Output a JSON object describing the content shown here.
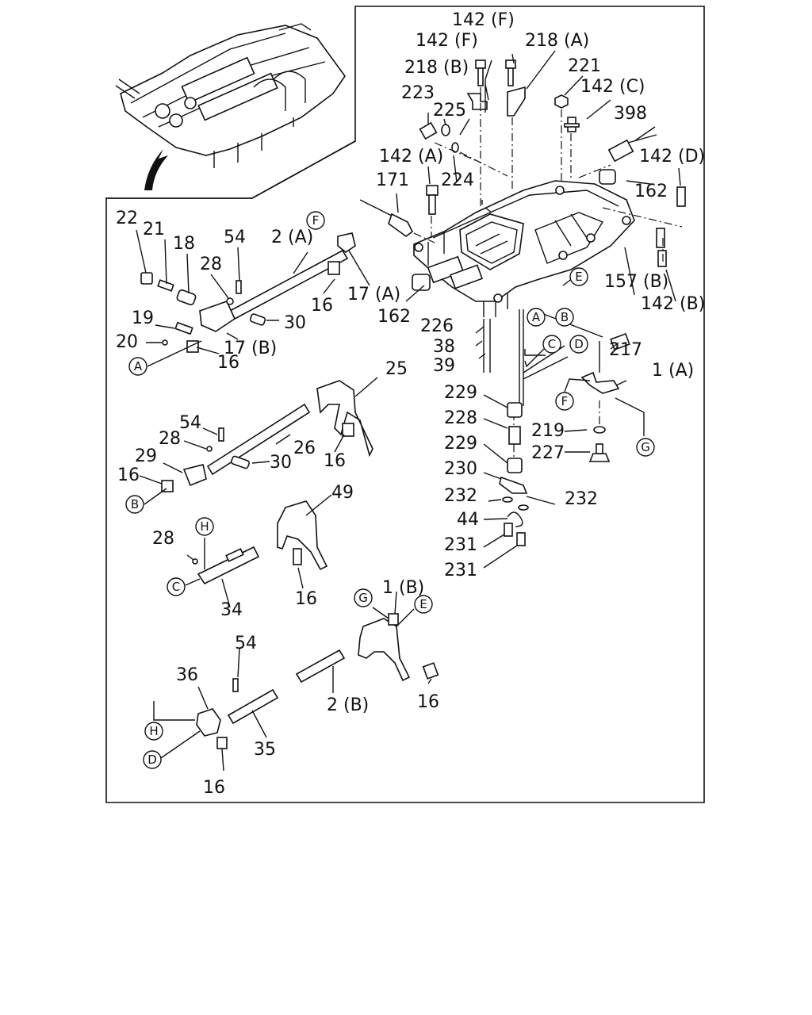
{
  "part_labels": {
    "p142F_top": "142 (F)",
    "p142F_left": "142 (F)",
    "p218A": "218 (A)",
    "p218B": "218 (B)",
    "p221": "221",
    "p142C": "142 (C)",
    "p223": "223",
    "p225": "225",
    "p224": "224",
    "p398": "398",
    "p142D": "142 (D)",
    "p142A": "142 (A)",
    "p171": "171",
    "p162_right": "162",
    "p162_left": "162",
    "p157B": "157 (B)",
    "p142B": "142 (B)",
    "p226": "226",
    "p38": "38",
    "p39": "39",
    "p217": "217",
    "p1A": "1 (A)",
    "p229_top": "229",
    "p228_mid": "228",
    "p229_mid": "229",
    "p230": "230",
    "p219": "219",
    "p227": "227",
    "p232_left": "232",
    "p232_right": "232",
    "p44": "44",
    "p231_top": "231",
    "p231_bottom": "231",
    "p22": "22",
    "p21": "21",
    "p18": "18",
    "p54_top": "54",
    "p2A": "2 (A)",
    "p28_top": "28",
    "p17A": "17 (A)",
    "p16_a": "16",
    "p30_top": "30",
    "p19": "19",
    "p20": "20",
    "p17B": "17 (B)",
    "p16_b": "16",
    "p25": "25",
    "p54_mid": "54",
    "p28_mid": "28",
    "p26": "26",
    "p29": "29",
    "p30_mid": "30",
    "p16_c": "16",
    "p16_d": "16",
    "p49": "49",
    "p28_low": "28",
    "p34": "34",
    "p16_e": "16",
    "p1B": "1 (B)",
    "p54_low": "54",
    "p36": "36",
    "p2B": "2 (B)",
    "p16_f": "16",
    "p35": "35",
    "p16_g": "16"
  },
  "circle_labels": {
    "F_top": "F",
    "E_cover": "E",
    "A_top": "A",
    "B_top": "B",
    "C_top": "C",
    "D_top": "D",
    "F_lever": "F",
    "G_lever": "G",
    "A_left": "A",
    "B_left": "B",
    "H_mid": "H",
    "C_left": "C",
    "G_fork": "G",
    "E_fork": "E",
    "H_low": "H",
    "D_low": "D"
  }
}
